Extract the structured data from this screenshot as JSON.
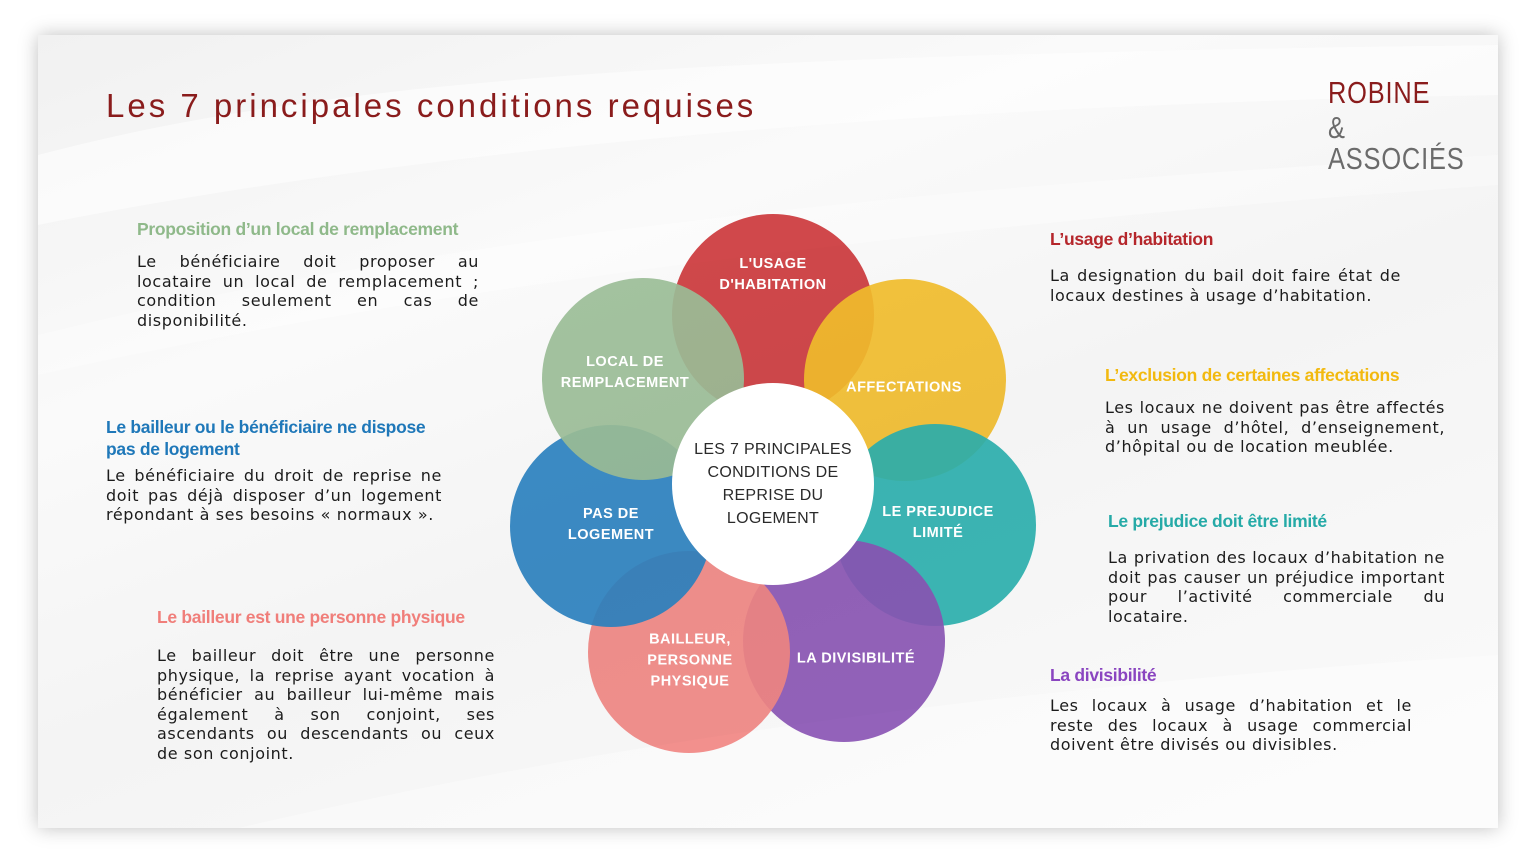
{
  "title": "Les 7 principales conditions requises",
  "logo": {
    "line1": "ROBINE",
    "line2": "& ASSOCIÉS"
  },
  "center": {
    "label": "LES 7 PRINCIPALES\nCONDITIONS DE\nREPRISE DU\nLOGEMENT"
  },
  "circles": [
    {
      "label": "L'USAGE\nD'HABITATION",
      "color": "#d0393d"
    },
    {
      "label": "AFFECTATIONS",
      "color": "#f9c22e"
    },
    {
      "label": "LE PREJUDICE\nLIMITÉ",
      "color": "#2db5b3"
    },
    {
      "label": "LA DIVISIBILITÉ",
      "color": "#8d57b8"
    },
    {
      "label": "BAILLEUR,\nPERSONNE\nPHYSIQUE",
      "color": "#f68a87"
    },
    {
      "label": "PAS DE\nLOGEMENT",
      "color": "#2d86c6"
    },
    {
      "label": "LOCAL DE\nREMPLACEMENT",
      "color": "#9fc29b"
    }
  ],
  "blocks": [
    {
      "heading": "Proposition d’un local de remplacement",
      "color": "#8fb98a",
      "text": "Le bénéficiaire doit proposer au locataire un local de remplacement ; condition seulement en cas de disponibilité."
    },
    {
      "heading": "Le bailleur ou le bénéficiaire ne dispose pas de logement",
      "color": "#1f78b9",
      "text": "Le bénéficiaire du droit de reprise ne doit pas déjà disposer d’un logement répondant à ses besoins « normaux »."
    },
    {
      "heading": "Le bailleur est une personne physique",
      "color": "#f07e7a",
      "text": "Le bailleur doit être une personne physique, la reprise ayant vocation à bénéficier au bailleur lui-même mais également à son conjoint, ses ascendants ou descendants ou ceux de son conjoint."
    },
    {
      "heading": "L’usage d’habitation",
      "color": "#b5262b",
      "text": "La designation du bail doit faire état de locaux destines à usage d’habitation."
    },
    {
      "heading": "L’exclusion de certaines affectations",
      "color": "#f2b90f",
      "text": "Les locaux ne doivent pas être affectés à un usage d’hôtel, d’enseignement, d’hôpital ou de location meublée."
    },
    {
      "heading": "Le prejudice doit être limité",
      "color": "#25aaa7",
      "text": "La privation des locaux d’habitation ne doit pas causer un préjudice important pour l’activité commerciale du locataire."
    },
    {
      "heading": "La divisibilité",
      "color": "#8a45c0",
      "text": "Les locaux à usage d’habitation et le reste des locaux à usage commercial doivent être divisés ou divisibles."
    }
  ]
}
